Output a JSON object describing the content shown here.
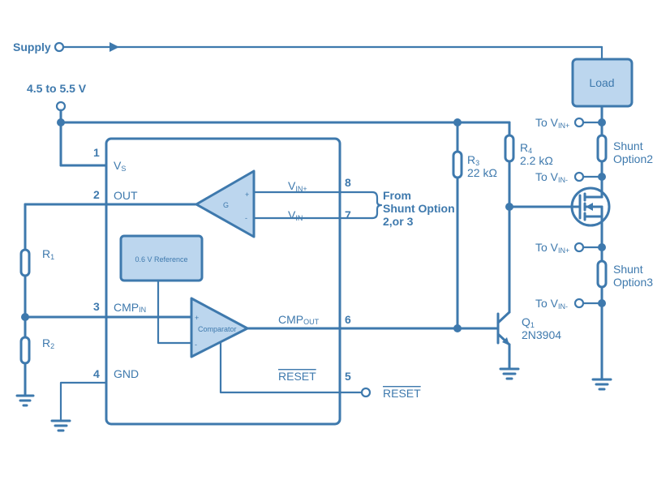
{
  "supply": {
    "label": "Supply",
    "voltage": "4.5 to 5.5 V"
  },
  "ic": {
    "pins": [
      {
        "num": "1",
        "name": "V",
        "sub": "S"
      },
      {
        "num": "2",
        "name": "OUT",
        "sub": ""
      },
      {
        "num": "3",
        "name": "CMP",
        "sub": "IN"
      },
      {
        "num": "4",
        "name": "GND",
        "sub": ""
      },
      {
        "num": "5",
        "name": "RESET",
        "sub": ""
      },
      {
        "num": "6",
        "name": "CMP",
        "sub": "OUT"
      },
      {
        "num": "7",
        "name": "V",
        "sub": "IN-"
      },
      {
        "num": "8",
        "name": "V",
        "sub": "IN+"
      }
    ],
    "amp_label": "G",
    "reference_label": "0.6 V Reference",
    "comparator_label": "Comparator",
    "plus": "+",
    "minus": "-"
  },
  "from_shunt": [
    "From",
    "Shunt Option",
    "2,or 3"
  ],
  "reset_output": "RESET",
  "resistors": {
    "r1": {
      "name": "R",
      "sub": "1"
    },
    "r2": {
      "name": "R",
      "sub": "2"
    },
    "r3": {
      "name": "R",
      "sub": "3",
      "value": "22 kΩ"
    },
    "r4": {
      "name": "R",
      "sub": "4",
      "value": "2.2 kΩ"
    }
  },
  "transistor": {
    "name": "Q",
    "sub": "1",
    "part": "2N3904"
  },
  "load": "Load",
  "shunt2": [
    "Shunt",
    "Option2"
  ],
  "shunt3": [
    "Shunt",
    "Option3"
  ],
  "to_terminals": [
    {
      "prefix": "To V",
      "sub": "IN+"
    },
    {
      "prefix": "To V",
      "sub": "IN-"
    },
    {
      "prefix": "To V",
      "sub": "IN+"
    },
    {
      "prefix": "To V",
      "sub": "IN-"
    }
  ]
}
